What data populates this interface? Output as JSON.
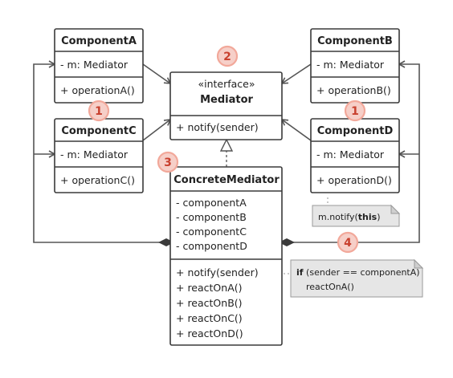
{
  "mediator": {
    "stereotype": "«interface»",
    "name": "Mediator",
    "methods": [
      "+ notify(sender)"
    ]
  },
  "component_a": {
    "name": "ComponentA",
    "fields": [
      "- m: Mediator"
    ],
    "methods": [
      "+ operationA()"
    ]
  },
  "component_b": {
    "name": "ComponentB",
    "fields": [
      "- m: Mediator"
    ],
    "methods": [
      "+ operationB()"
    ]
  },
  "component_c": {
    "name": "ComponentC",
    "fields": [
      "- m: Mediator"
    ],
    "methods": [
      "+ operationC()"
    ]
  },
  "component_d": {
    "name": "ComponentD",
    "fields": [
      "- m: Mediator"
    ],
    "methods": [
      "+ operationD()"
    ]
  },
  "concrete_mediator": {
    "name": "ConcreteMediator",
    "fields": [
      "- componentA",
      "- componentB",
      "- componentC",
      "- componentD"
    ],
    "methods": [
      "+ notify(sender)",
      "+ reactOnA()",
      "+ reactOnB()",
      "+ reactOnC()",
      "+ reactOnD()"
    ]
  },
  "notes": {
    "notify_prefix": "m.notify(",
    "notify_keyword": "this",
    "notify_suffix": ")",
    "if_keyword": "if",
    "if_condition": " (sender == componentA)",
    "if_body": "reactOnA()"
  },
  "badges": [
    "1",
    "1",
    "2",
    "3",
    "4"
  ],
  "colors": {
    "badge_fill": "#f6cfc8",
    "badge_stroke": "#f2a89a",
    "badge_text": "#c8402e",
    "note_fill": "#e6e6e6"
  }
}
